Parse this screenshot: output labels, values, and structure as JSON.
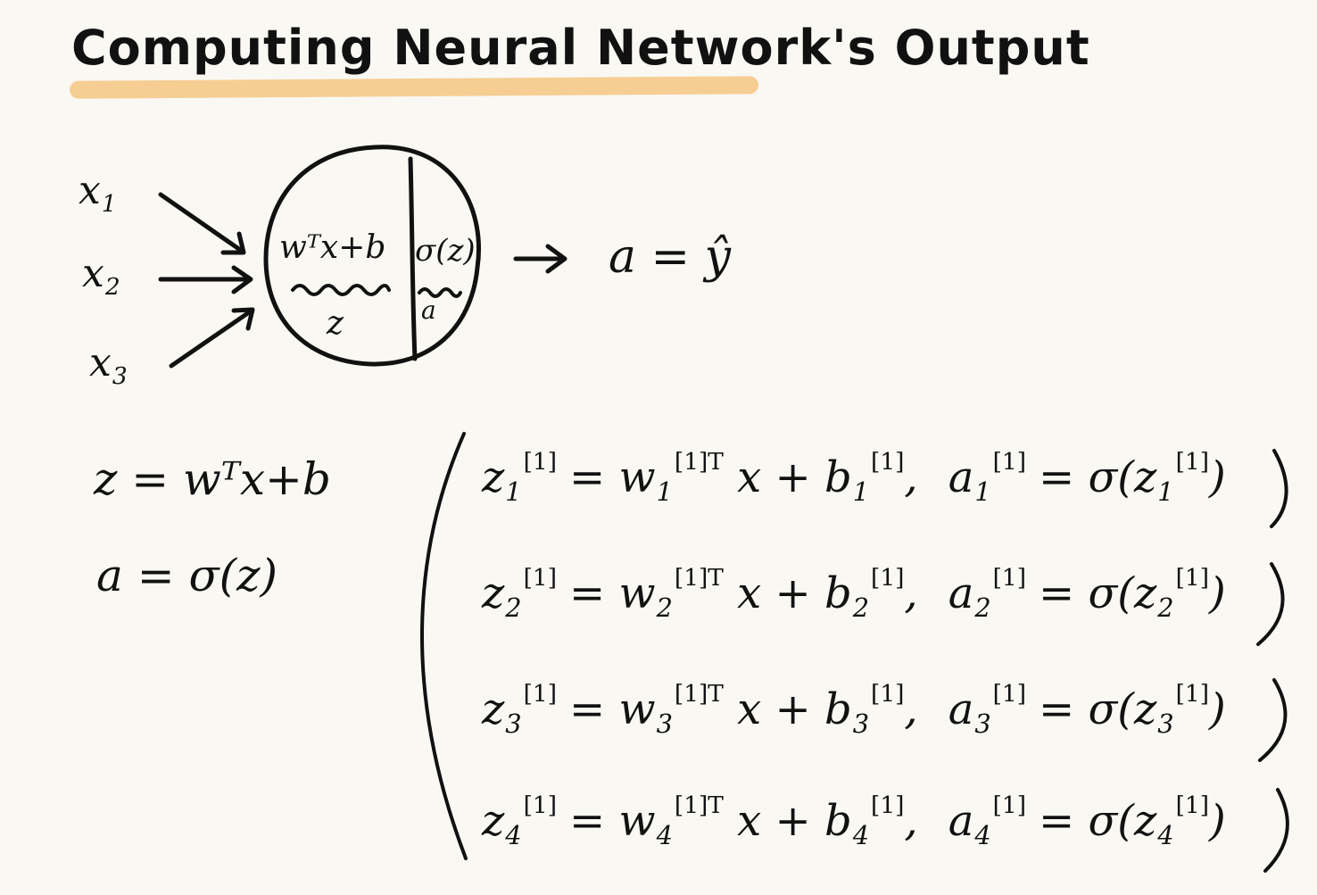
{
  "title": "Computing Neural Network's Output",
  "neuron": {
    "inputs": [
      "x1",
      "x2",
      "x3"
    ],
    "linear_part": "wᵀx+b",
    "linear_label": "z",
    "activation_part": "σ(z)",
    "activation_label": "a",
    "output": "a = ŷ"
  },
  "left_equations": {
    "z_eq": "z = wᵀx+b",
    "a_eq": "a = σ(z)"
  },
  "layer_label": "[1]",
  "layer_label_T": "[1]T",
  "rows": [
    {
      "i": "1"
    },
    {
      "i": "2"
    },
    {
      "i": "3"
    },
    {
      "i": "4"
    }
  ],
  "colors": {
    "ink": "#111111",
    "highlight": "#f5c98a",
    "paper": "#f9f8f3"
  }
}
